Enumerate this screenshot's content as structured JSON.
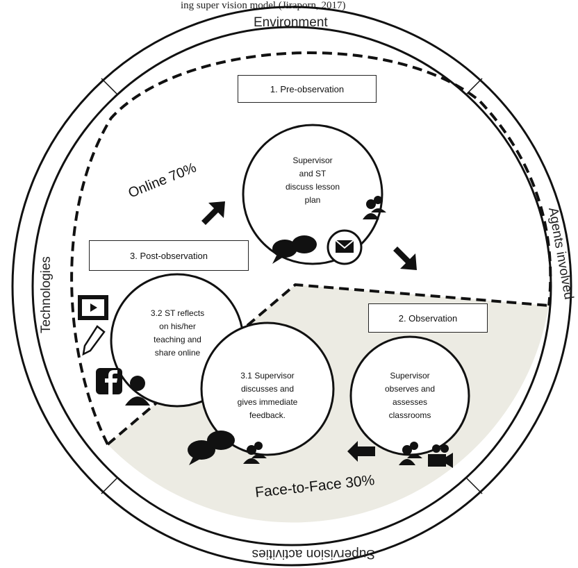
{
  "caption": "ing super vision model (Jiraporn, 2017)",
  "ring": {
    "top": "Environment",
    "right": "Agents involved",
    "left": "Technologies",
    "bottom": "Supervision activities"
  },
  "regions": {
    "online": "Online 70%",
    "face_to_face": "Face-to-Face 30%"
  },
  "stages": {
    "pre_observation": "1. Pre-observation",
    "observation": "2. Observation",
    "post_observation": "3. Post-observation"
  },
  "bubbles": {
    "discuss_plan": [
      "Supervisor",
      "and ST",
      "discuss lesson",
      "plan"
    ],
    "st_reflects": [
      "3.2 ST reflects",
      "on his/her",
      "teaching and",
      "share online"
    ],
    "supervisor_feedback": [
      "3.1 Supervisor",
      "discusses and",
      "gives immediate",
      "feedback."
    ],
    "supervisor_observes": [
      "Supervisor",
      "observes and",
      "assesses",
      "classrooms"
    ]
  },
  "colors": {
    "face_to_face_fill": "#ecebe3",
    "line": "#111111"
  }
}
